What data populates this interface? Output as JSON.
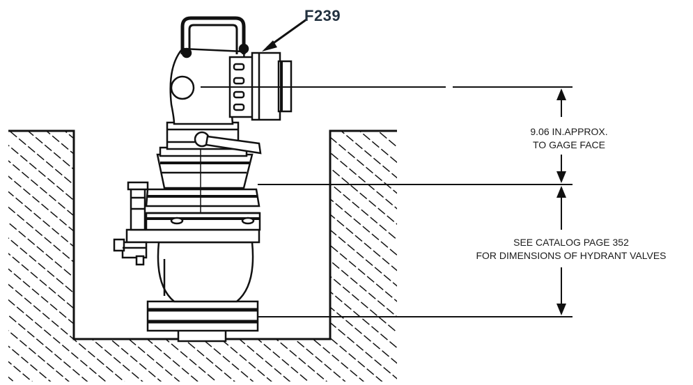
{
  "part_number": "F239",
  "dimensions": {
    "upper": {
      "line1": "9.06 IN.APPROX.",
      "line2": "TO GAGE FACE"
    },
    "lower": {
      "line1": "SEE CATALOG PAGE 352",
      "line2": "FOR DIMENSIONS OF HYDRANT VALVES"
    }
  }
}
